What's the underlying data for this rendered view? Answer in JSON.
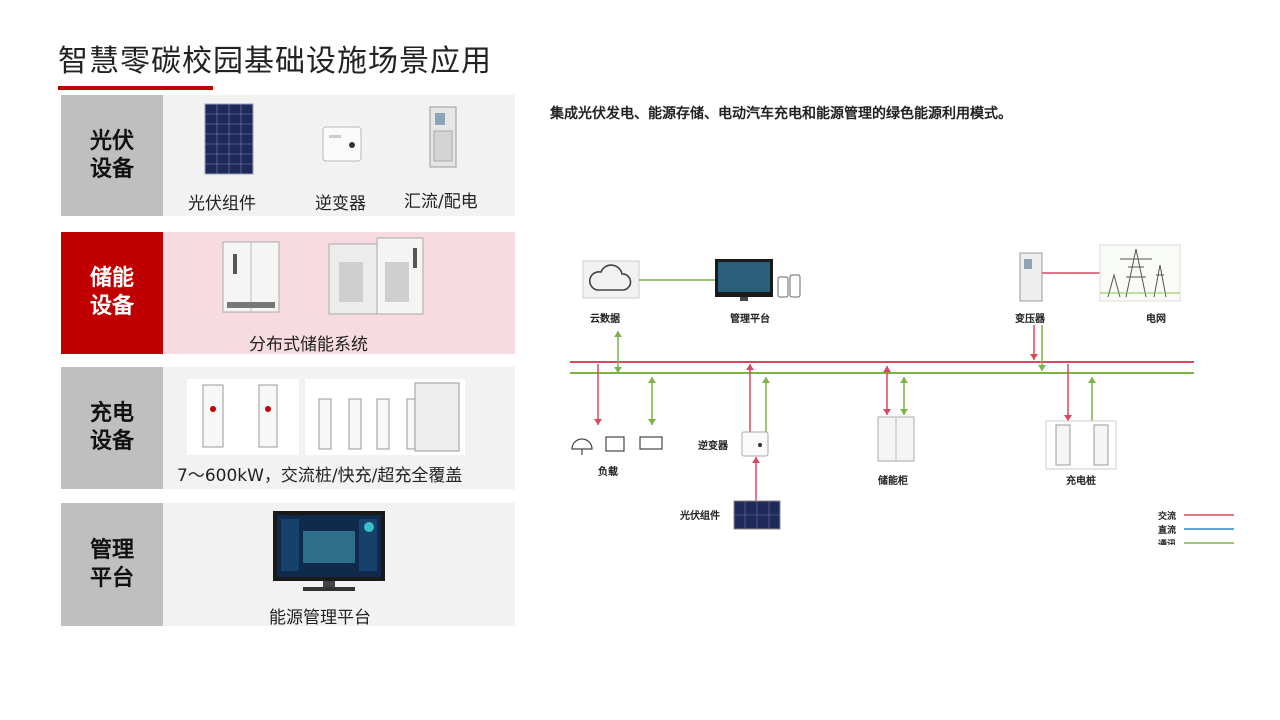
{
  "page": {
    "title": "智慧零碳校园基础设施场景应用"
  },
  "categories": [
    {
      "line1": "光伏",
      "line2": "设备",
      "items": [
        "光伏组件",
        "逆变器",
        "汇流/配电"
      ]
    },
    {
      "line1": "储能",
      "line2": "设备",
      "items": [
        "分布式储能系统"
      ]
    },
    {
      "line1": "充电",
      "line2": "设备",
      "items": [
        "7～600kW，交流桩/快充/超充全覆盖"
      ]
    },
    {
      "line1": "管理",
      "line2": "平台",
      "items": [
        "能源管理平台"
      ]
    }
  ],
  "headline": "集成光伏发电、能源存储、电动汽车充电和能源管理的绿色能源利用模式。",
  "diagram": {
    "nodes": {
      "cloud": "云数据",
      "platform": "管理平台",
      "transformer": "变压器",
      "grid": "电网",
      "load": "负载",
      "inverter": "逆变器",
      "storage": "储能柜",
      "charger": "充电桩",
      "pv": "光伏组件"
    },
    "legend": [
      {
        "label": "交流",
        "color": "#d9485f"
      },
      {
        "label": "直流",
        "color": "#2e86c1"
      },
      {
        "label": "通讯",
        "color": "#7cb342"
      }
    ]
  }
}
